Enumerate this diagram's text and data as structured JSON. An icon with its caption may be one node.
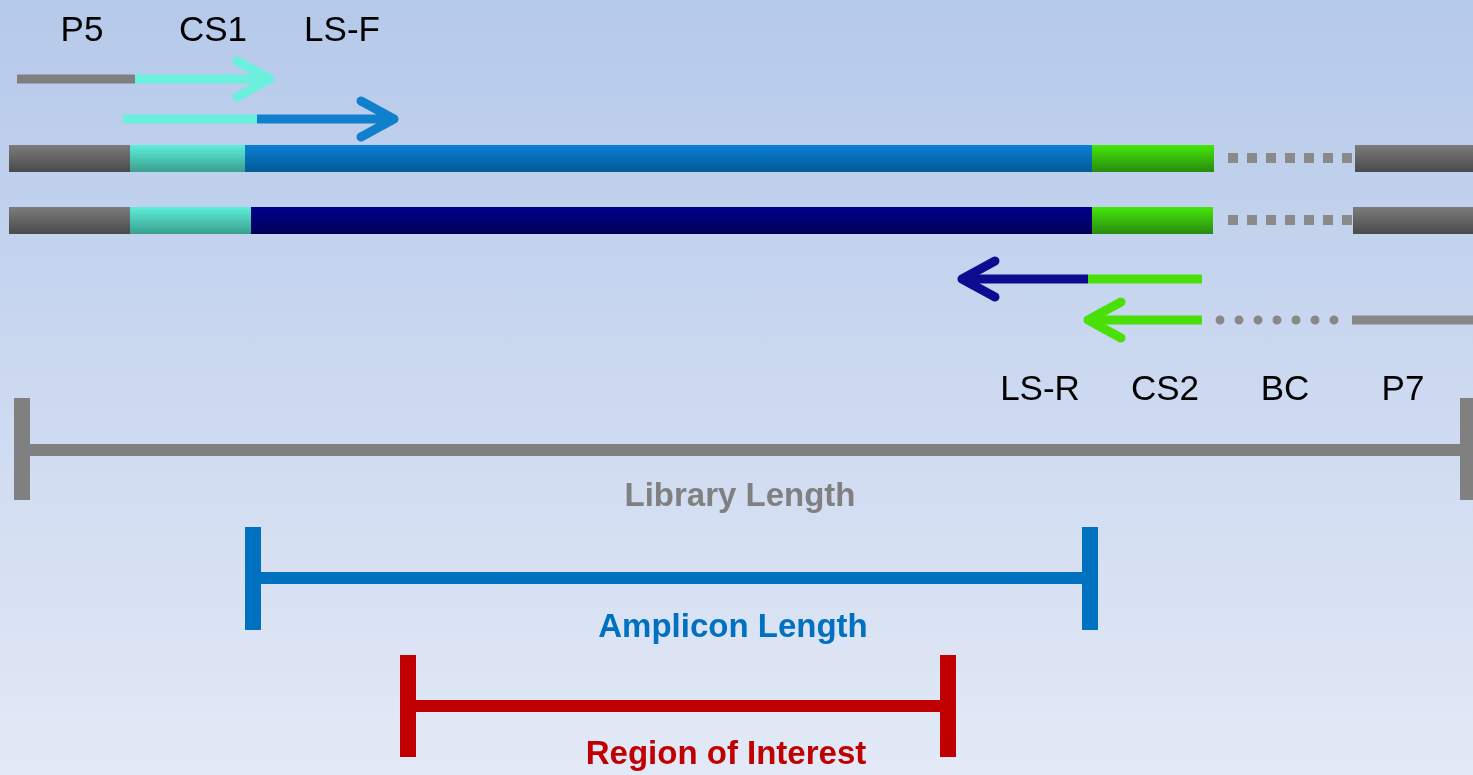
{
  "diagram": {
    "labels": [
      "P5",
      "CS1",
      "LS-F",
      "LS-R",
      "CS2",
      "BC",
      "P7",
      "Library Length",
      "Amplicon Length",
      "Region of Interest"
    ]
  }
}
